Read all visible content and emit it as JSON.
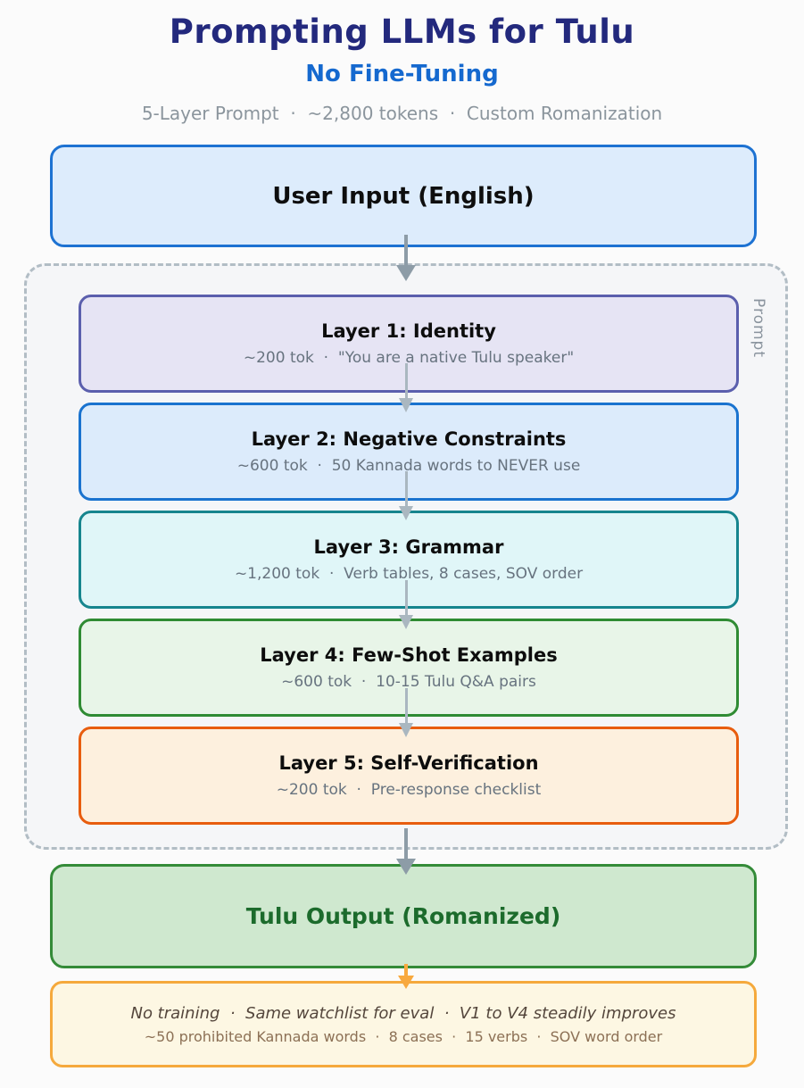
{
  "header": {
    "title": "Prompting LLMs for Tulu",
    "subtitle": "No Fine-Tuning",
    "tagline": "5-Layer Prompt  ·  ~2,800 tokens  ·  Custom Romanization"
  },
  "input_box": {
    "label": "User Input (English)"
  },
  "prompt_container": {
    "label": "Prompt",
    "layers": [
      {
        "title": "Layer 1: Identity",
        "subtitle": "~200 tok  ·  \"You are a native Tulu speaker\"",
        "accent": "#5b5fad",
        "fill": "#e6e4f4"
      },
      {
        "title": "Layer 2: Negative Constraints",
        "subtitle": "~600 tok  ·  50 Kannada words to NEVER use",
        "accent": "#1a73cf",
        "fill": "#dcebfb"
      },
      {
        "title": "Layer 3: Grammar",
        "subtitle": "~1,200 tok  ·  Verb tables, 8 cases, SOV order",
        "accent": "#16858e",
        "fill": "#e0f6f8"
      },
      {
        "title": "Layer 4: Few-Shot Examples",
        "subtitle": "~600 tok  ·  10-15 Tulu Q&A pairs",
        "accent": "#2f8b33",
        "fill": "#e8f5e8"
      },
      {
        "title": "Layer 5: Self-Verification",
        "subtitle": "~200 tok  ·  Pre-response checklist",
        "accent": "#e85d0e",
        "fill": "#fdf0de"
      }
    ]
  },
  "output_box": {
    "label": "Tulu Output (Romanized)"
  },
  "note_box": {
    "line1": "No training  ·  Same watchlist for eval  ·  V1 to V4 steadily improves",
    "line2": "~50 prohibited Kannada words  ·  8 cases  ·  15 verbs  ·  SOV word order"
  },
  "colors": {
    "title_navy": "#23297d",
    "subtitle_blue": "#1569cf",
    "tagline_gray": "#8b959d",
    "input_border": "#1d72d2",
    "input_fill": "#ddecfc",
    "container_border": "#b2bdc5",
    "container_fill": "#f5f6f8",
    "output_border": "#348b38",
    "output_fill": "#cfe8cf",
    "output_text": "#1c6b2c",
    "note_border": "#f5a93c",
    "note_fill": "#fdf7e3",
    "note_line1_text": "#54463c",
    "note_line2_text": "#8c7055",
    "arrow_gray": "#8d9ca7",
    "arrow_light": "#aab7c0",
    "arrow_orange": "#f8a93e"
  }
}
